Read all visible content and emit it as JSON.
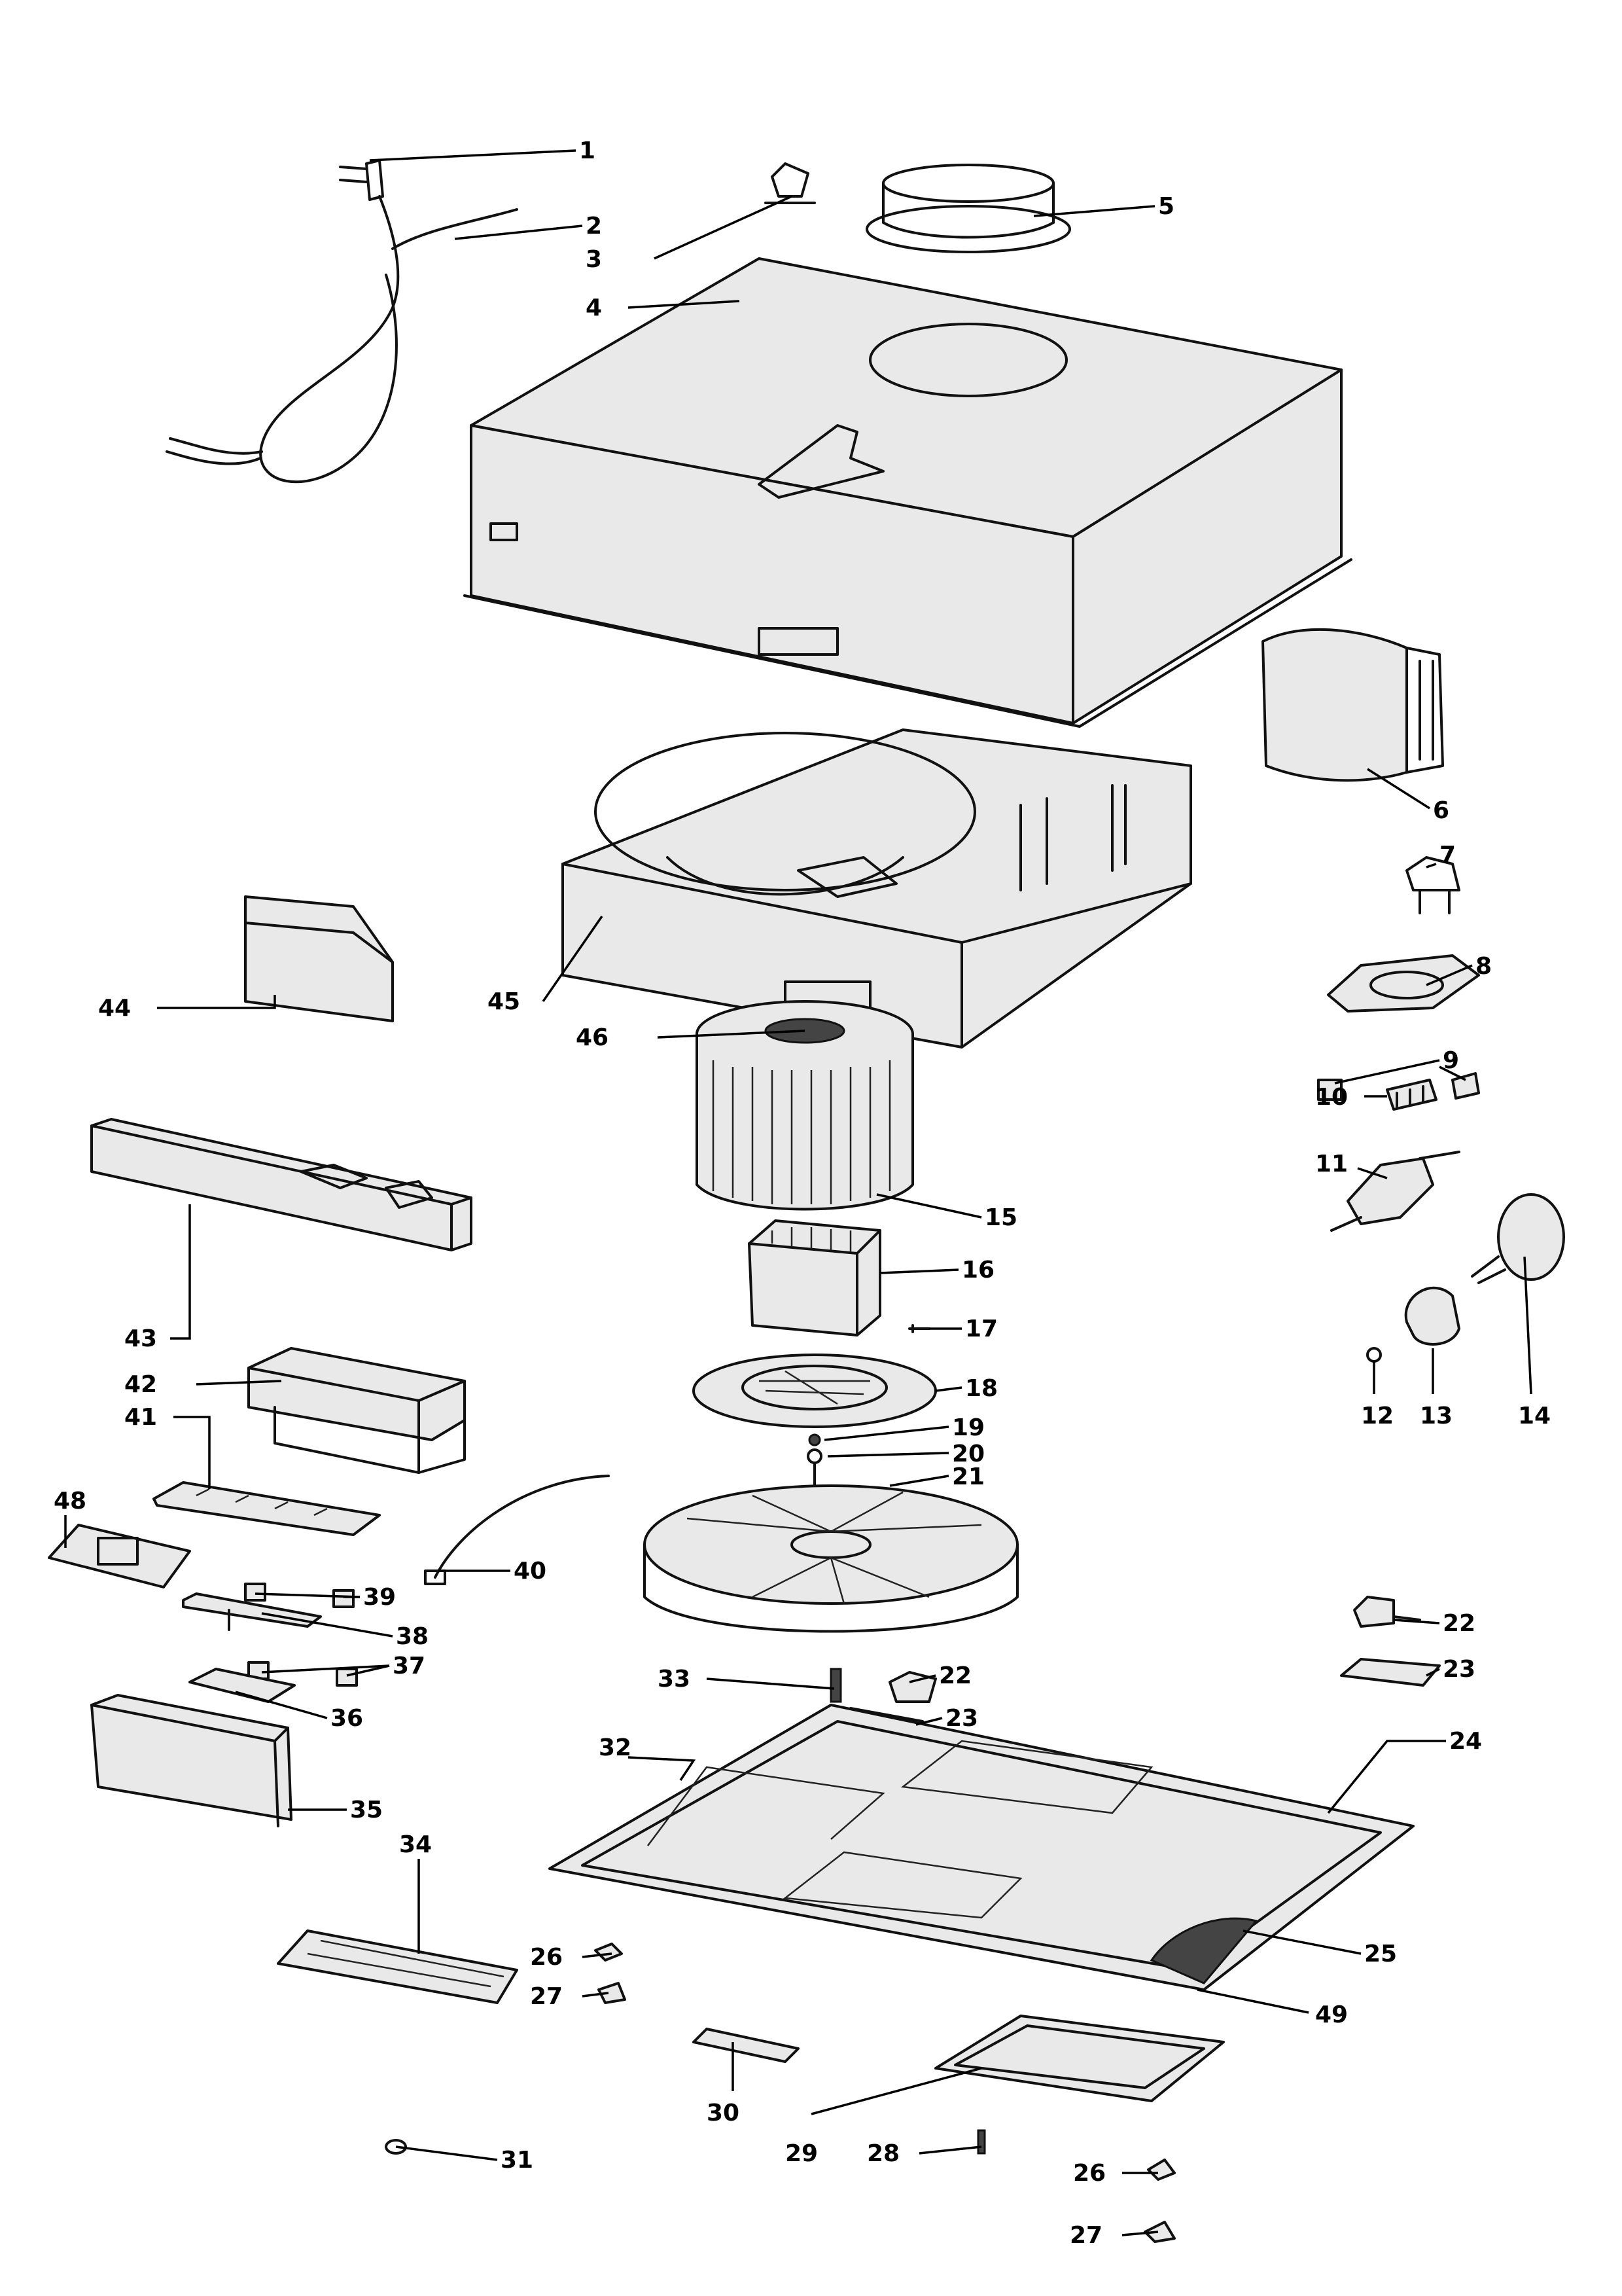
{
  "colors": {
    "ink": "#111111",
    "background": "#ffffff",
    "fill": "#e9e9e9"
  },
  "callouts": [
    {
      "label": "1"
    },
    {
      "label": "2"
    },
    {
      "label": "3"
    },
    {
      "label": "4"
    },
    {
      "label": "5"
    },
    {
      "label": "6"
    },
    {
      "label": "7"
    },
    {
      "label": "8"
    },
    {
      "label": "9"
    },
    {
      "label": "10"
    },
    {
      "label": "11"
    },
    {
      "label": "12"
    },
    {
      "label": "13"
    },
    {
      "label": "14"
    },
    {
      "label": "15"
    },
    {
      "label": "16"
    },
    {
      "label": "17"
    },
    {
      "label": "18"
    },
    {
      "label": "19"
    },
    {
      "label": "20"
    },
    {
      "label": "21"
    },
    {
      "label": "22"
    },
    {
      "label": "22"
    },
    {
      "label": "23"
    },
    {
      "label": "23"
    },
    {
      "label": "24"
    },
    {
      "label": "25"
    },
    {
      "label": "26"
    },
    {
      "label": "26"
    },
    {
      "label": "27"
    },
    {
      "label": "27"
    },
    {
      "label": "28"
    },
    {
      "label": "29"
    },
    {
      "label": "30"
    },
    {
      "label": "31"
    },
    {
      "label": "32"
    },
    {
      "label": "33"
    },
    {
      "label": "34"
    },
    {
      "label": "35"
    },
    {
      "label": "36"
    },
    {
      "label": "37"
    },
    {
      "label": "38"
    },
    {
      "label": "39"
    },
    {
      "label": "40"
    },
    {
      "label": "41"
    },
    {
      "label": "42"
    },
    {
      "label": "43"
    },
    {
      "label": "44"
    },
    {
      "label": "45"
    },
    {
      "label": "46"
    },
    {
      "label": "48"
    },
    {
      "label": "49"
    }
  ]
}
